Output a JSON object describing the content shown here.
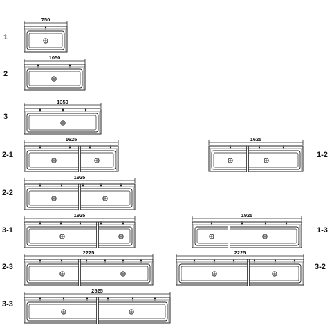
{
  "units": [
    {
      "code": "1",
      "side": "left",
      "width": "750"
    },
    {
      "code": "2",
      "side": "left",
      "width": "1050"
    },
    {
      "code": "3",
      "side": "left",
      "width": "1350"
    },
    {
      "code": "2-1",
      "side": "left",
      "width": "1625"
    },
    {
      "code": "1-2",
      "side": "right",
      "width": "1625"
    },
    {
      "code": "2-2",
      "side": "left",
      "width": "1925"
    },
    {
      "code": "3-1",
      "side": "left",
      "width": "1925"
    },
    {
      "code": "1-3",
      "side": "right",
      "width": "1925"
    },
    {
      "code": "2-3",
      "side": "left",
      "width": "2225"
    },
    {
      "code": "3-2",
      "side": "right",
      "width": "2225"
    },
    {
      "code": "3-3",
      "side": "left",
      "width": "2525"
    }
  ],
  "colors": {
    "line": "#222222",
    "text": "#111111"
  }
}
